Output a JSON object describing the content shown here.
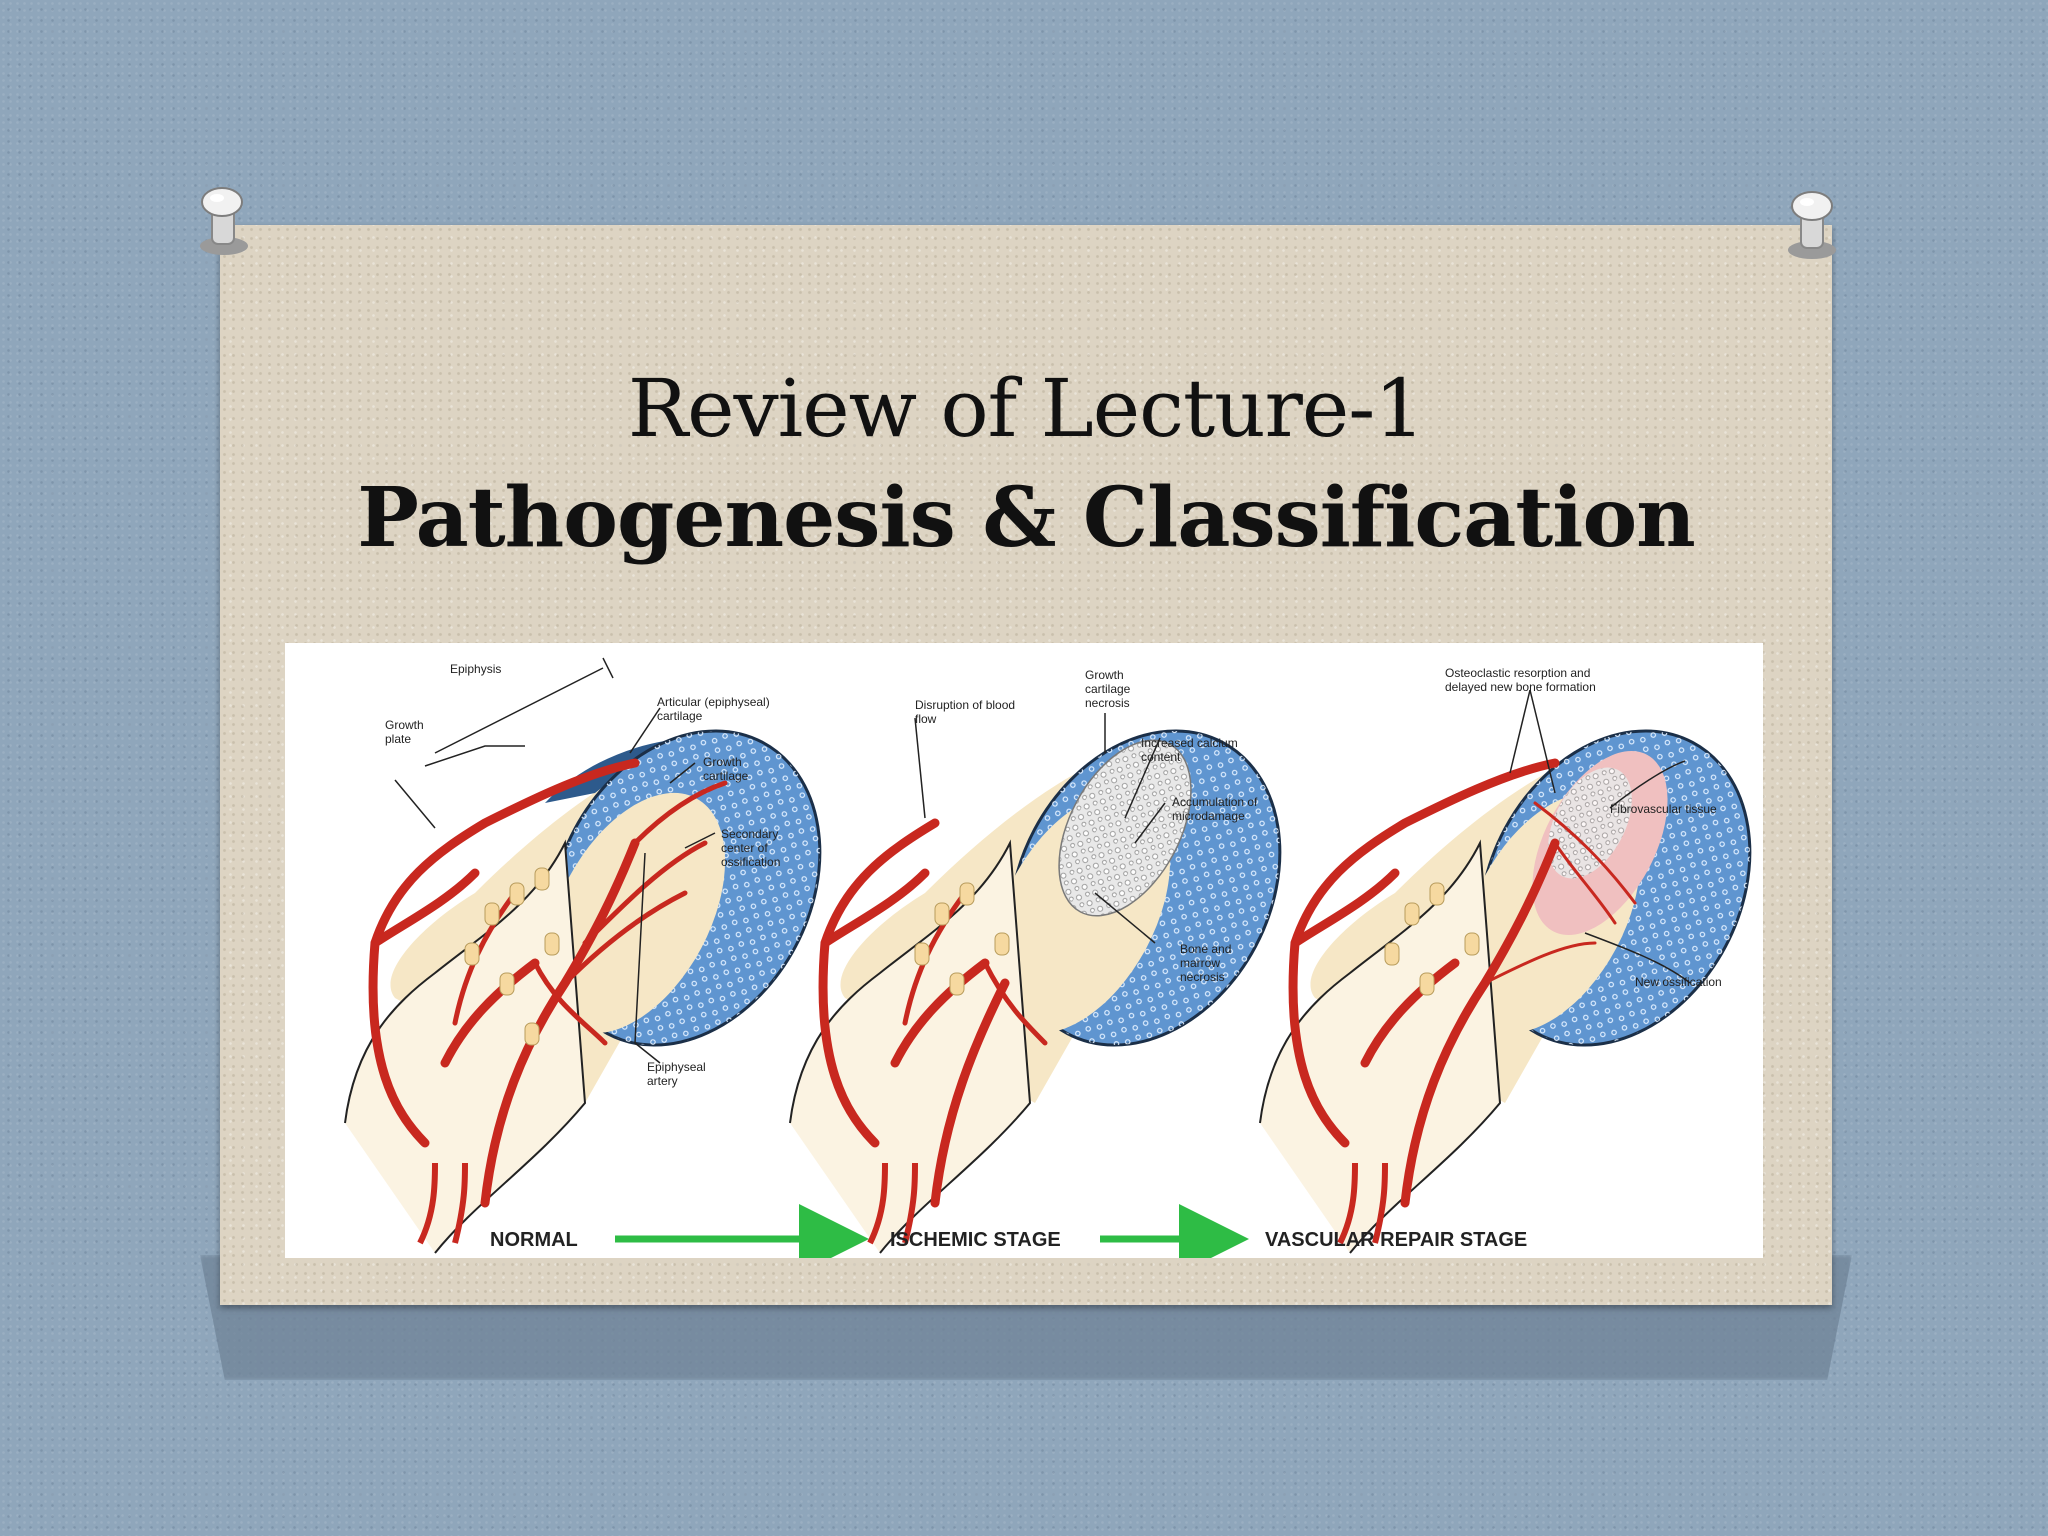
{
  "slide": {
    "title_line1": "Review of Lecture-1",
    "title_line2": "Pathogenesis & Classification"
  },
  "figure": {
    "stages": [
      "NORMAL",
      "ISCHEMIC STAGE",
      "VASCULAR REPAIR STAGE"
    ],
    "normal_labels": {
      "epiphysis": "Epiphysis",
      "growth_plate_1": "Growth",
      "growth_plate_2": "plate",
      "articular_1": "Articular (epiphyseal)",
      "articular_2": "cartilage",
      "growth_cart_1": "Growth",
      "growth_cart_2": "cartilage",
      "secondary_1": "Secondary",
      "secondary_2": "center of",
      "secondary_3": "ossification",
      "artery_1": "Epiphyseal",
      "artery_2": "artery"
    },
    "ischemic_labels": {
      "disruption_1": "Disruption of blood",
      "disruption_2": "flow",
      "gc_necrosis_1": "Growth",
      "gc_necrosis_2": "cartilage",
      "gc_necrosis_3": "necrosis",
      "calcium_1": "Increased calcium",
      "calcium_2": "content",
      "microdamage_1": "Accumulation of",
      "microdamage_2": "microdamage",
      "marrow_1": "Bone and",
      "marrow_2": "marrow",
      "marrow_3": "necrosis"
    },
    "repair_labels": {
      "osteoclastic_1": "Osteoclastic resorption and",
      "osteoclastic_2": "delayed new bone formation",
      "fibrovascular": "Fibrovascular tissue",
      "new_ossification": "New ossification"
    },
    "colors": {
      "vessel": "#c8281f",
      "cartilage": "#5f95d0",
      "cartilage_light": "#a9c9eb",
      "bone": "#f6e7c6",
      "arrow": "#2ebc45",
      "fibro": "#f0c0c0"
    }
  }
}
